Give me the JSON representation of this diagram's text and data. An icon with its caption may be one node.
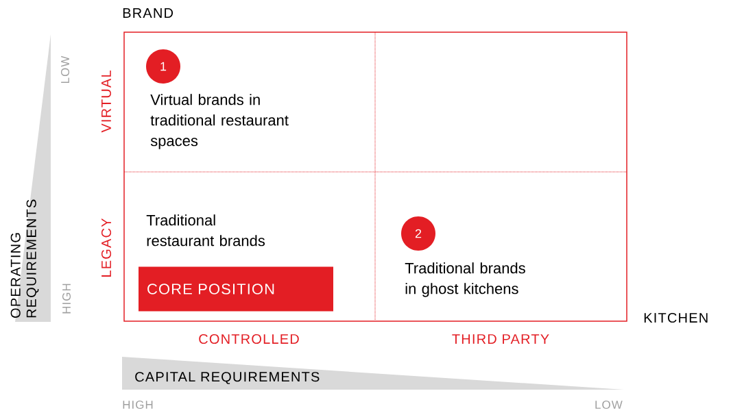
{
  "diagram": {
    "nodes": [
      {
        "text": [
          "1"
        ]
      },
      {
        "text": [
          "CORE POSITION"
        ]
      },
      {
        "text": [
          "2"
        ]
      }
    ],
    "labels": [
      "BRAND",
      "LOW",
      "VIRTUAL",
      "Virtual brands in traditional restaurant spaces",
      "OPERATING REQUIREMENTS",
      "LEGACY",
      "Traditional restaurant brands",
      "Traditional brands in ghost kitchens",
      "HIGH",
      "KITCHEN",
      "CONTROLLED",
      "THIRD PARTY",
      "CAPITAL REQUIREMENTS",
      "HIGH",
      "LOW"
    ]
  }
}
